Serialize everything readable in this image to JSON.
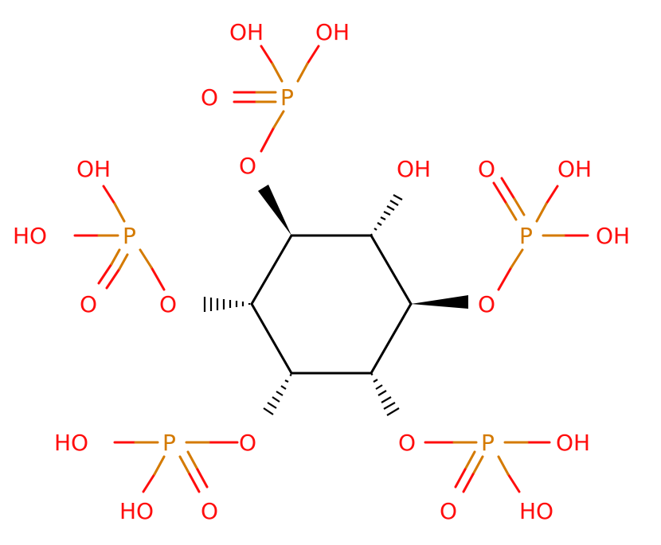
{
  "colors": {
    "bond": "#000000",
    "oxygen": "#ff0d0d",
    "phosphorus": "#d47a00",
    "background": "#ffffff"
  },
  "atoms": {
    "ring_oh": "OH",
    "p_top": "P",
    "p_top_oh1": "OH",
    "p_top_oh2": "OH",
    "p_top_o": "O",
    "p_top_link": "O",
    "p_left": "P",
    "p_left_oh1": "OH",
    "p_left_oh2": "HO",
    "p_left_o": "O",
    "p_left_link": "O",
    "p_right": "P",
    "p_right_o": "O",
    "p_right_oh1": "OH",
    "p_right_oh2": "OH",
    "p_right_link": "O",
    "p_bl": "P",
    "p_bl_oh1": "HO",
    "p_bl_oh2": "HO",
    "p_bl_o": "O",
    "p_bl_link": "O",
    "p_br": "P",
    "p_br_oh1": "OH",
    "p_br_oh2": "HO",
    "p_br_o": "O",
    "p_br_link": "O"
  }
}
